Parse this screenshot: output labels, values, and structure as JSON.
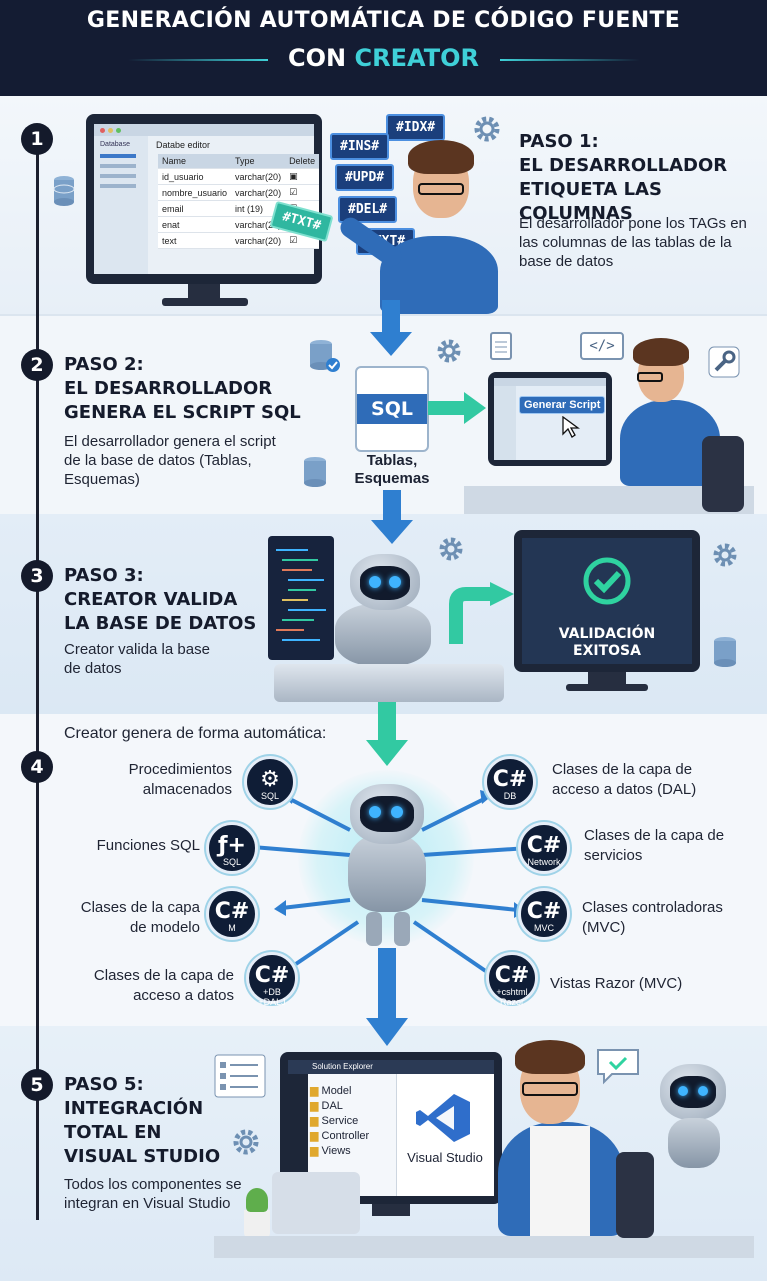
{
  "header": {
    "line1": "GENERACIÓN AUTOMÁTICA DE CÓDIGO FUENTE",
    "line2_prefix": "CON ",
    "line2_highlight": "CREATOR"
  },
  "step1": {
    "number": "1",
    "title_1": "PASO 1:",
    "title_2": "EL DESARROLLADOR",
    "title_3": "ETIQUETA LAS COLUMNAS",
    "description": "El desarrollador pone los TAGs en las columnas de las tablas de la base de datos",
    "editor": {
      "sidebar_title": "Database",
      "title": "Databe editor",
      "columns": [
        "Name",
        "Type",
        "Delete"
      ],
      "rows": [
        [
          "id_usuario",
          "varchar(20)"
        ],
        [
          "nombre_usuario",
          "varchar(20)"
        ],
        [
          "email",
          "int (19)"
        ],
        [
          "enat",
          "varchar(20)"
        ],
        [
          "text",
          "varchar(20)"
        ]
      ]
    },
    "tags": [
      "#IDX#",
      "#INS#",
      "#UPD#",
      "#DEL#",
      "#TXT#",
      "#TXT#"
    ]
  },
  "step2": {
    "number": "2",
    "title_1": "PASO 2:",
    "title_2": "EL DESARROLLADOR",
    "title_3": "GENERA EL SCRIPT SQL",
    "description": "El desarrollador genera el script de la base de datos (Tablas, Esquemas)",
    "file_label": "SQL",
    "file_caption": "Tablas, Esquemas",
    "button_label": "Generar Script",
    "code_icon": "</>"
  },
  "step3": {
    "number": "3",
    "title_1": "PASO 3:",
    "title_2": "CREATOR VALIDA",
    "title_3": "LA BASE DE DATOS",
    "description": "Creator valida la base de datos",
    "result_line1": "VALIDACIÓN",
    "result_line2": "EXITOSA"
  },
  "step4": {
    "number": "4",
    "intro": "Creator genera de forma automática:",
    "left": [
      {
        "label": "Procedimientos almacenados",
        "icon_big": "⚙",
        "icon_small": "SQL"
      },
      {
        "label": "Funciones SQL",
        "icon_big": "ƒ+",
        "icon_small": "SQL"
      },
      {
        "label": "Clases de la capa de modelo",
        "icon_big": "C#",
        "icon_small": "M"
      },
      {
        "label": "Clases de la capa de acceso a datos",
        "icon_big": "C#",
        "icon_small": "+DB +DALJ"
      }
    ],
    "right": [
      {
        "label": "Clases de la capa de acceso a datos (DAL)",
        "icon_big": "C#",
        "icon_small": "DB"
      },
      {
        "label": "Clases de la capa de servicios",
        "icon_big": "C#",
        "icon_small": "Network"
      },
      {
        "label": "Clases controladoras (MVC)",
        "icon_big": "C#",
        "icon_small": "MVC"
      },
      {
        "label": "Vistas Razor (MVC)",
        "icon_big": "C#",
        "icon_small": "+cshtml Razor"
      }
    ]
  },
  "step5": {
    "number": "5",
    "title_1": "PASO 5:",
    "title_2": "INTEGRACIÓN",
    "title_3": "TOTAL EN",
    "title_4": "VISUAL STUDIO",
    "description": "Todos los componentes se integran en Visual Studio",
    "explorer_title": "Solution Explorer",
    "folders": [
      "Model",
      "DAL",
      "Service",
      "Controller",
      "Views"
    ],
    "vs_label": "Visual Studio"
  },
  "colors": {
    "header_bg": "#141c33",
    "accent": "#3fd0d8",
    "tag_bg": "#1b3f7c",
    "success": "#2fd3a0",
    "vs_purple": "#2f6ecb"
  }
}
